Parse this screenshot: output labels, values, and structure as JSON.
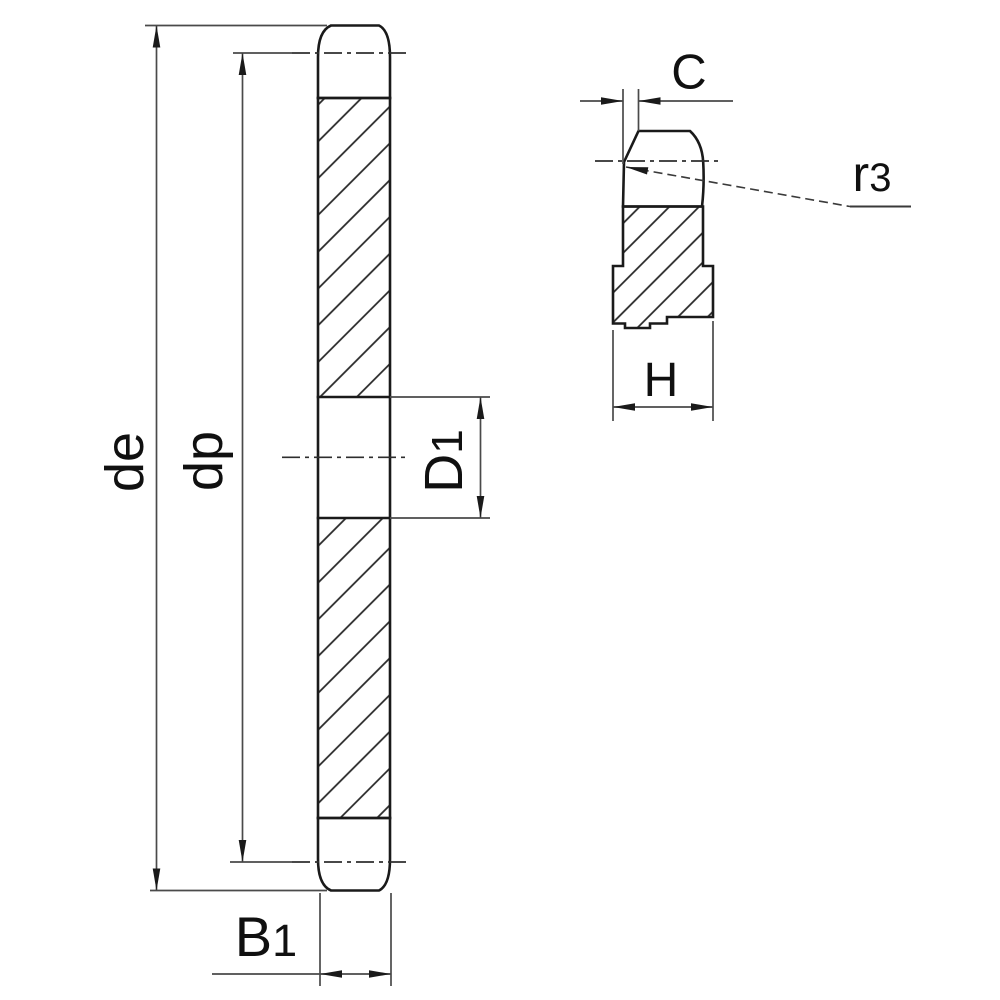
{
  "drawing": {
    "background": "#ffffff",
    "line_color": "#1a1a1a",
    "dim_line_color": "#4a4a4a",
    "labels": {
      "de": "de",
      "dp": "dp",
      "b1_main": "B",
      "b1_sub": "1",
      "d1_main": "D",
      "d1_sub": "1",
      "c": "C",
      "r3_main": "r",
      "r3_sub": "3",
      "h": "H"
    }
  }
}
